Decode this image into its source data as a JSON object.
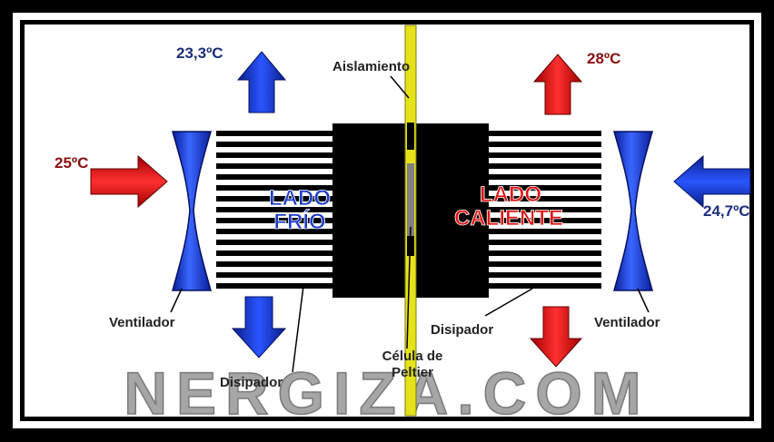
{
  "labels": {
    "cold_out_temp": "23,3ºC",
    "cold_in_temp": "24,7ºC",
    "hot_out_temp": "28ºC",
    "hot_in_temp": "25ºC",
    "insulation": "Aislamiento",
    "cold_side_line1": "LADO",
    "cold_side_line2": "FRÍO",
    "hot_side_line1": "LADO",
    "hot_side_line2": "CALIENTE",
    "fan_left": "Ventilador",
    "fan_right": "Ventilador",
    "sink_left": "Disipador",
    "sink_right": "Disipador",
    "cell_line1": "Célula de",
    "cell_line2": "Peltier",
    "watermark": "NERGIZA.COM"
  },
  "colors": {
    "cold": "#1a3cc8",
    "hot": "#e01414",
    "cold_text": "#1c2f7a",
    "hot_text": "#8a1010",
    "insulation": "#e6e21a",
    "cell": "#808080",
    "heatsink": "#000000",
    "watermark": "#9a9a9a"
  }
}
